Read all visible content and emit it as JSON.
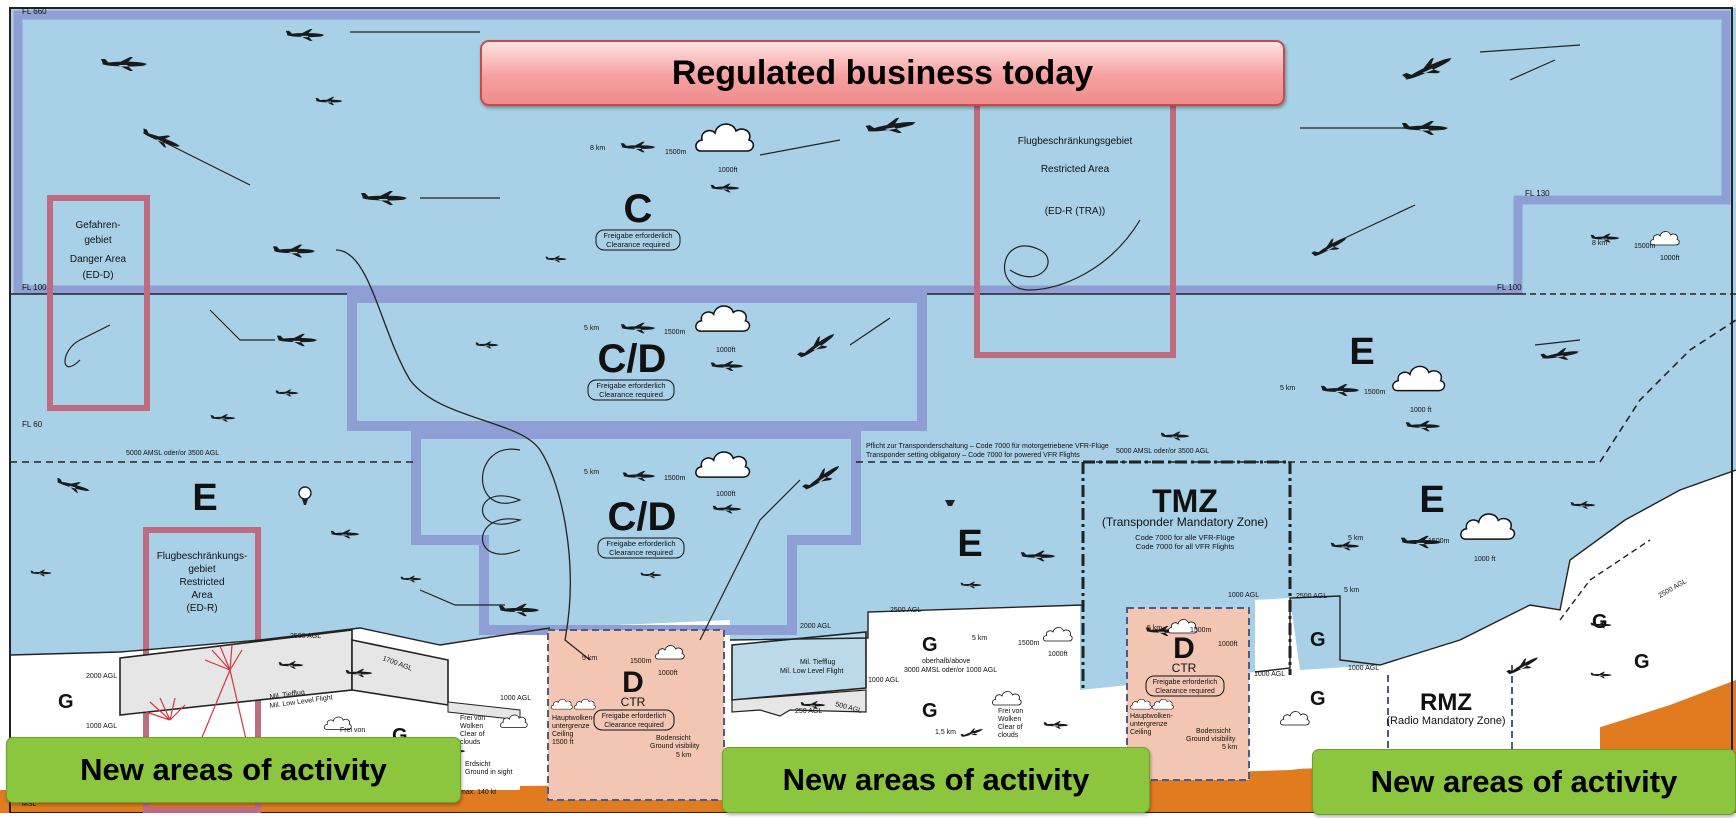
{
  "callouts": {
    "top": "Regulated business today",
    "bottom_left": "New areas of activity",
    "bottom_center": "New areas of activity",
    "bottom_right": "New areas of activity"
  },
  "flight_levels": {
    "fl660": "FL 660",
    "fl130": "FL 130",
    "fl100_left": "FL 100",
    "fl100_right": "FL 100",
    "fl60": "FL 60"
  },
  "airspaces": {
    "c_main": {
      "letter": "C",
      "line1": "Freigabe erforderlich",
      "line2": "Clearance required"
    },
    "cd_upper": {
      "letter": "C/D",
      "line1": "Freigabe erforderlich",
      "line2": "Clearance required"
    },
    "cd_lower": {
      "letter": "C/D",
      "line1": "Freigabe erforderlich",
      "line2": "Clearance required"
    },
    "e_left": "E",
    "e_center": "E",
    "e_upper_right": "E",
    "e_right": "E",
    "tmz": {
      "title": "TMZ",
      "subtitle": "(Transponder Mandatory Zone)",
      "line1": "Code 7000 for alle VFR-Flüge",
      "line2": "Code 7000 for all VFR Flights"
    },
    "rmz": {
      "title": "RMZ",
      "subtitle": "(Radio Mandatory Zone)"
    },
    "g_labels": [
      "G",
      "G",
      "G",
      "G",
      "G",
      "G",
      "G",
      "G"
    ],
    "d_left": {
      "letter": "D",
      "ctr": "CTR",
      "line1": "Freigabe erforderlich",
      "line2": "Clearance required"
    },
    "d_right": {
      "letter": "D",
      "ctr": "CTR",
      "line1": "Freigabe erforderlich",
      "line2": "Clearance required"
    }
  },
  "restricted": {
    "danger": [
      "Gefahren-",
      "gebiet",
      "Danger Area",
      "(ED-D)"
    ],
    "tra": [
      "Flugbeschränkungsgebiet",
      "Restricted Area",
      "(ED-R (TRA))"
    ],
    "edr_left": [
      "Flugbeschränkungs-",
      "gebiet",
      "Restricted",
      "Area",
      "(ED-R)"
    ]
  },
  "notes": {
    "amsl_left": "5000 AMSL oder/or 3500 AGL",
    "transponder_de": "Pflicht zur Transponderschaltung – Code 7000 für motorgetriebene VFR-Flüge",
    "transponder_en": "Transponder setting obligatory – Code 7000 for powered VFR Flights",
    "amsl_right": "5000 AMSL oder/or 3500 AGL",
    "agl_2500_a": "2500 AGL",
    "agl_2500_b": "2500 AGL",
    "agl_2500_c": "2500 AGL",
    "agl_2500_d": "2500 AGL",
    "agl_2000_a": "2000 AGL",
    "agl_2000_b": "2000 AGL",
    "agl_1700": "1700 AGL",
    "agl_1000_a": "1000 AGL",
    "agl_1000_b": "1000 AGL",
    "agl_1000_c": "1000 AGL",
    "agl_1000_d": "1000 AGL",
    "agl_1000_e": "1000 AGL",
    "agl_500": "500 AGL",
    "agl_250": "250 AGL",
    "mil_low_1": "Mil. Tiefflug",
    "mil_low_2": "Mil. Low Level Flight",
    "oberhalb": "oberhalb/above",
    "amsl_3000": "3000 AMSL oder/or 1000 AGL",
    "vis_8km": "8 km",
    "vis_5km": "5 km",
    "dist_1500m": "1500m",
    "dist_1000ft": "1000ft",
    "dist_1000ft_b": "1000 ft",
    "dist_15km": "1,5 km",
    "wolken_1": "Frei von",
    "wolken_2": "Wolken",
    "wolken_3": "Clear of",
    "wolken_4": "clouds",
    "haupt_1": "Hauptwolken-",
    "haupt_2": "untergrenze",
    "haupt_3": "Ceiling",
    "haupt_4": "1500 ft",
    "boden_1": "Bodensicht",
    "boden_2": "Ground visibility",
    "erdsicht_1": "Erdsicht",
    "erdsicht_2": "Ground in sight",
    "kt": "max. 140 kt",
    "msl": "MSL"
  }
}
